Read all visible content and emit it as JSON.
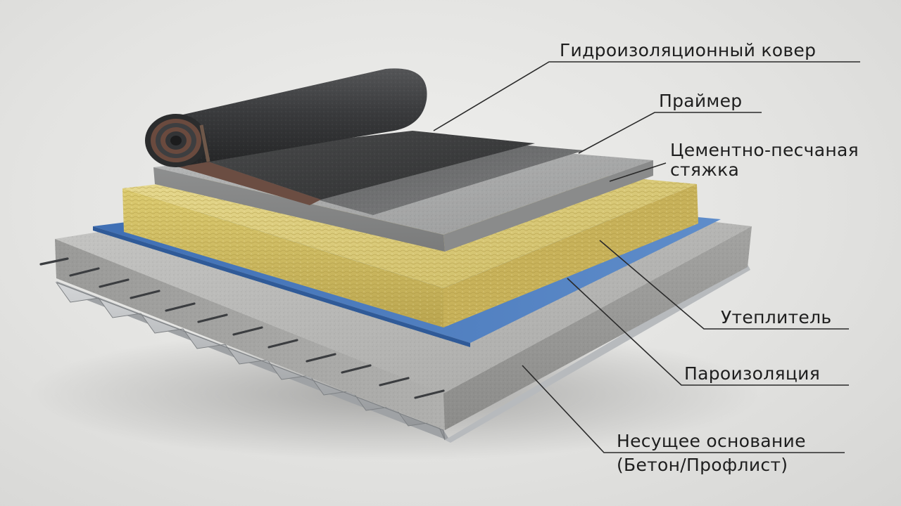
{
  "labels": {
    "waterproofing": "Гидроизоляционный ковер",
    "primer": "Праймер",
    "screed_line1": "Цементно-песчаная",
    "screed_line2": "стяжка",
    "insulation": "Утеплитель",
    "vapor_barrier": "Пароизоляция",
    "base_line1": "Несущее основание",
    "base_line2": "(Бетон/Профлист)"
  },
  "colors": {
    "background": "#e4e4e2",
    "concrete": "#b4b4b2",
    "vapor_barrier": "#4f7fc0",
    "insulation": "#d8c878",
    "screed": "#a9aaa9",
    "primer": "#6a6b6b",
    "waterproofing": "#3b3c3d",
    "roll_edge": "#6a4a3e",
    "label_text": "#1e1e1e"
  }
}
